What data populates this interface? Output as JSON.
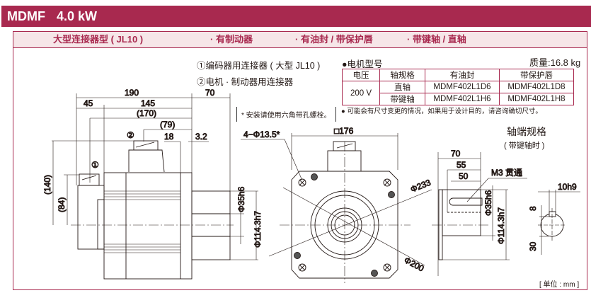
{
  "header": {
    "model": "MDMF",
    "power": "4.0 kW"
  },
  "subheader": {
    "type": "大型连接器型 ( JL10 )",
    "brake": "· 有制动器",
    "seal": "· 有油封 / 带保护唇",
    "shaft": "· 带键轴 / 直轴"
  },
  "legend": {
    "item1": "①编码器用连接器 ( 大型 JL10 )",
    "item2": "②电机 · 制动器用连接器"
  },
  "model_info": {
    "title": "●电机型号",
    "mass": "质量:16.8 kg",
    "headers": [
      "电压",
      "轴规格",
      "有油封",
      "带保护唇"
    ],
    "voltage": "200 V",
    "rows": [
      {
        "shaft": "直轴",
        "oil_seal": "MDMF402L1D6",
        "lip": "MDMF402L1D8"
      },
      {
        "shaft": "带键轴",
        "oil_seal": "MDMF402L1H6",
        "lip": "MDMF402L1H8"
      }
    ],
    "note": "● 可能会有尺寸变更的情况，如果用于设计目的，请咨询确切尺寸。"
  },
  "install_note": "* 安装请使用六角带孔螺栓。",
  "side_view": {
    "dim_190": "190",
    "dim_70": "70",
    "dim_45": "45",
    "dim_145": "145",
    "dim_170": "(170)",
    "dim_79": "(79)",
    "dim_18": "18",
    "dim_3_2": "3.2",
    "dim_140": "(140)",
    "dim_84": "(84)",
    "mark1": "①",
    "mark2": "②",
    "dim_shaft": "Φ35h6",
    "dim_pilot": "Φ114.3h7"
  },
  "front_view": {
    "dim_square": "□176",
    "dim_holes": "4−Φ13.5*",
    "dim_233": "Φ233",
    "dim_200": "Φ200"
  },
  "shaft_detail": {
    "title": "轴端规格",
    "subtitle": "( 带键轴时 )",
    "dim_70": "70",
    "dim_55": "55",
    "dim_50": "50",
    "thread": "M3  贯通",
    "dim_shaft": "Φ35h6",
    "dim_pilot": "Φ114.3h7",
    "dim_key": "10h9",
    "dim_8": "8",
    "dim_30": "30"
  },
  "unit": "[ 单位 : mm ]",
  "colors": {
    "brand": "#a8294f",
    "sub_bg": "#f6e6e8"
  }
}
